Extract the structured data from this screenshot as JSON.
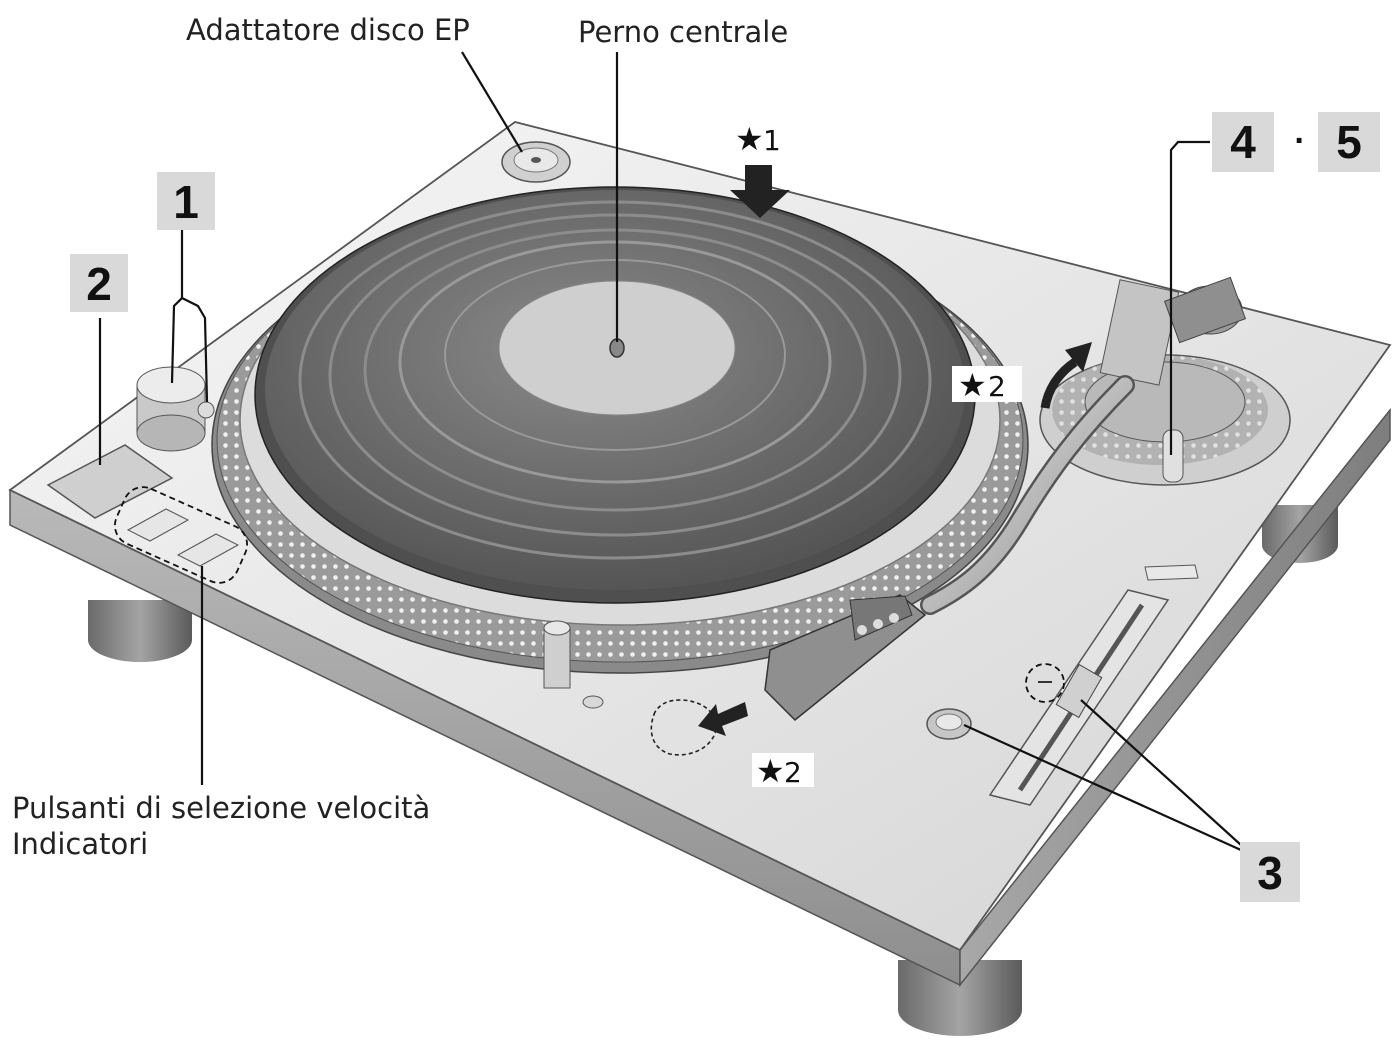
{
  "labels": {
    "ep_adapter": "Adattatore disco EP",
    "center_spindle": "Perno centrale",
    "speed_buttons": "Pulsanti di selezione velocità",
    "indicators": "Indicatori"
  },
  "callouts": {
    "n1": "1",
    "n2": "2",
    "n3": "3",
    "n4": "4",
    "n5": "5",
    "separator": "·"
  },
  "notes": {
    "star1": "1",
    "star2_arm": "2",
    "star2_lock": "2",
    "star_glyph": "★"
  },
  "colors": {
    "callout_box": "#d9d9d9",
    "platter_dark": "#6e6e6e",
    "record_label": "#cfcfcf",
    "chassis": "#ececec"
  }
}
